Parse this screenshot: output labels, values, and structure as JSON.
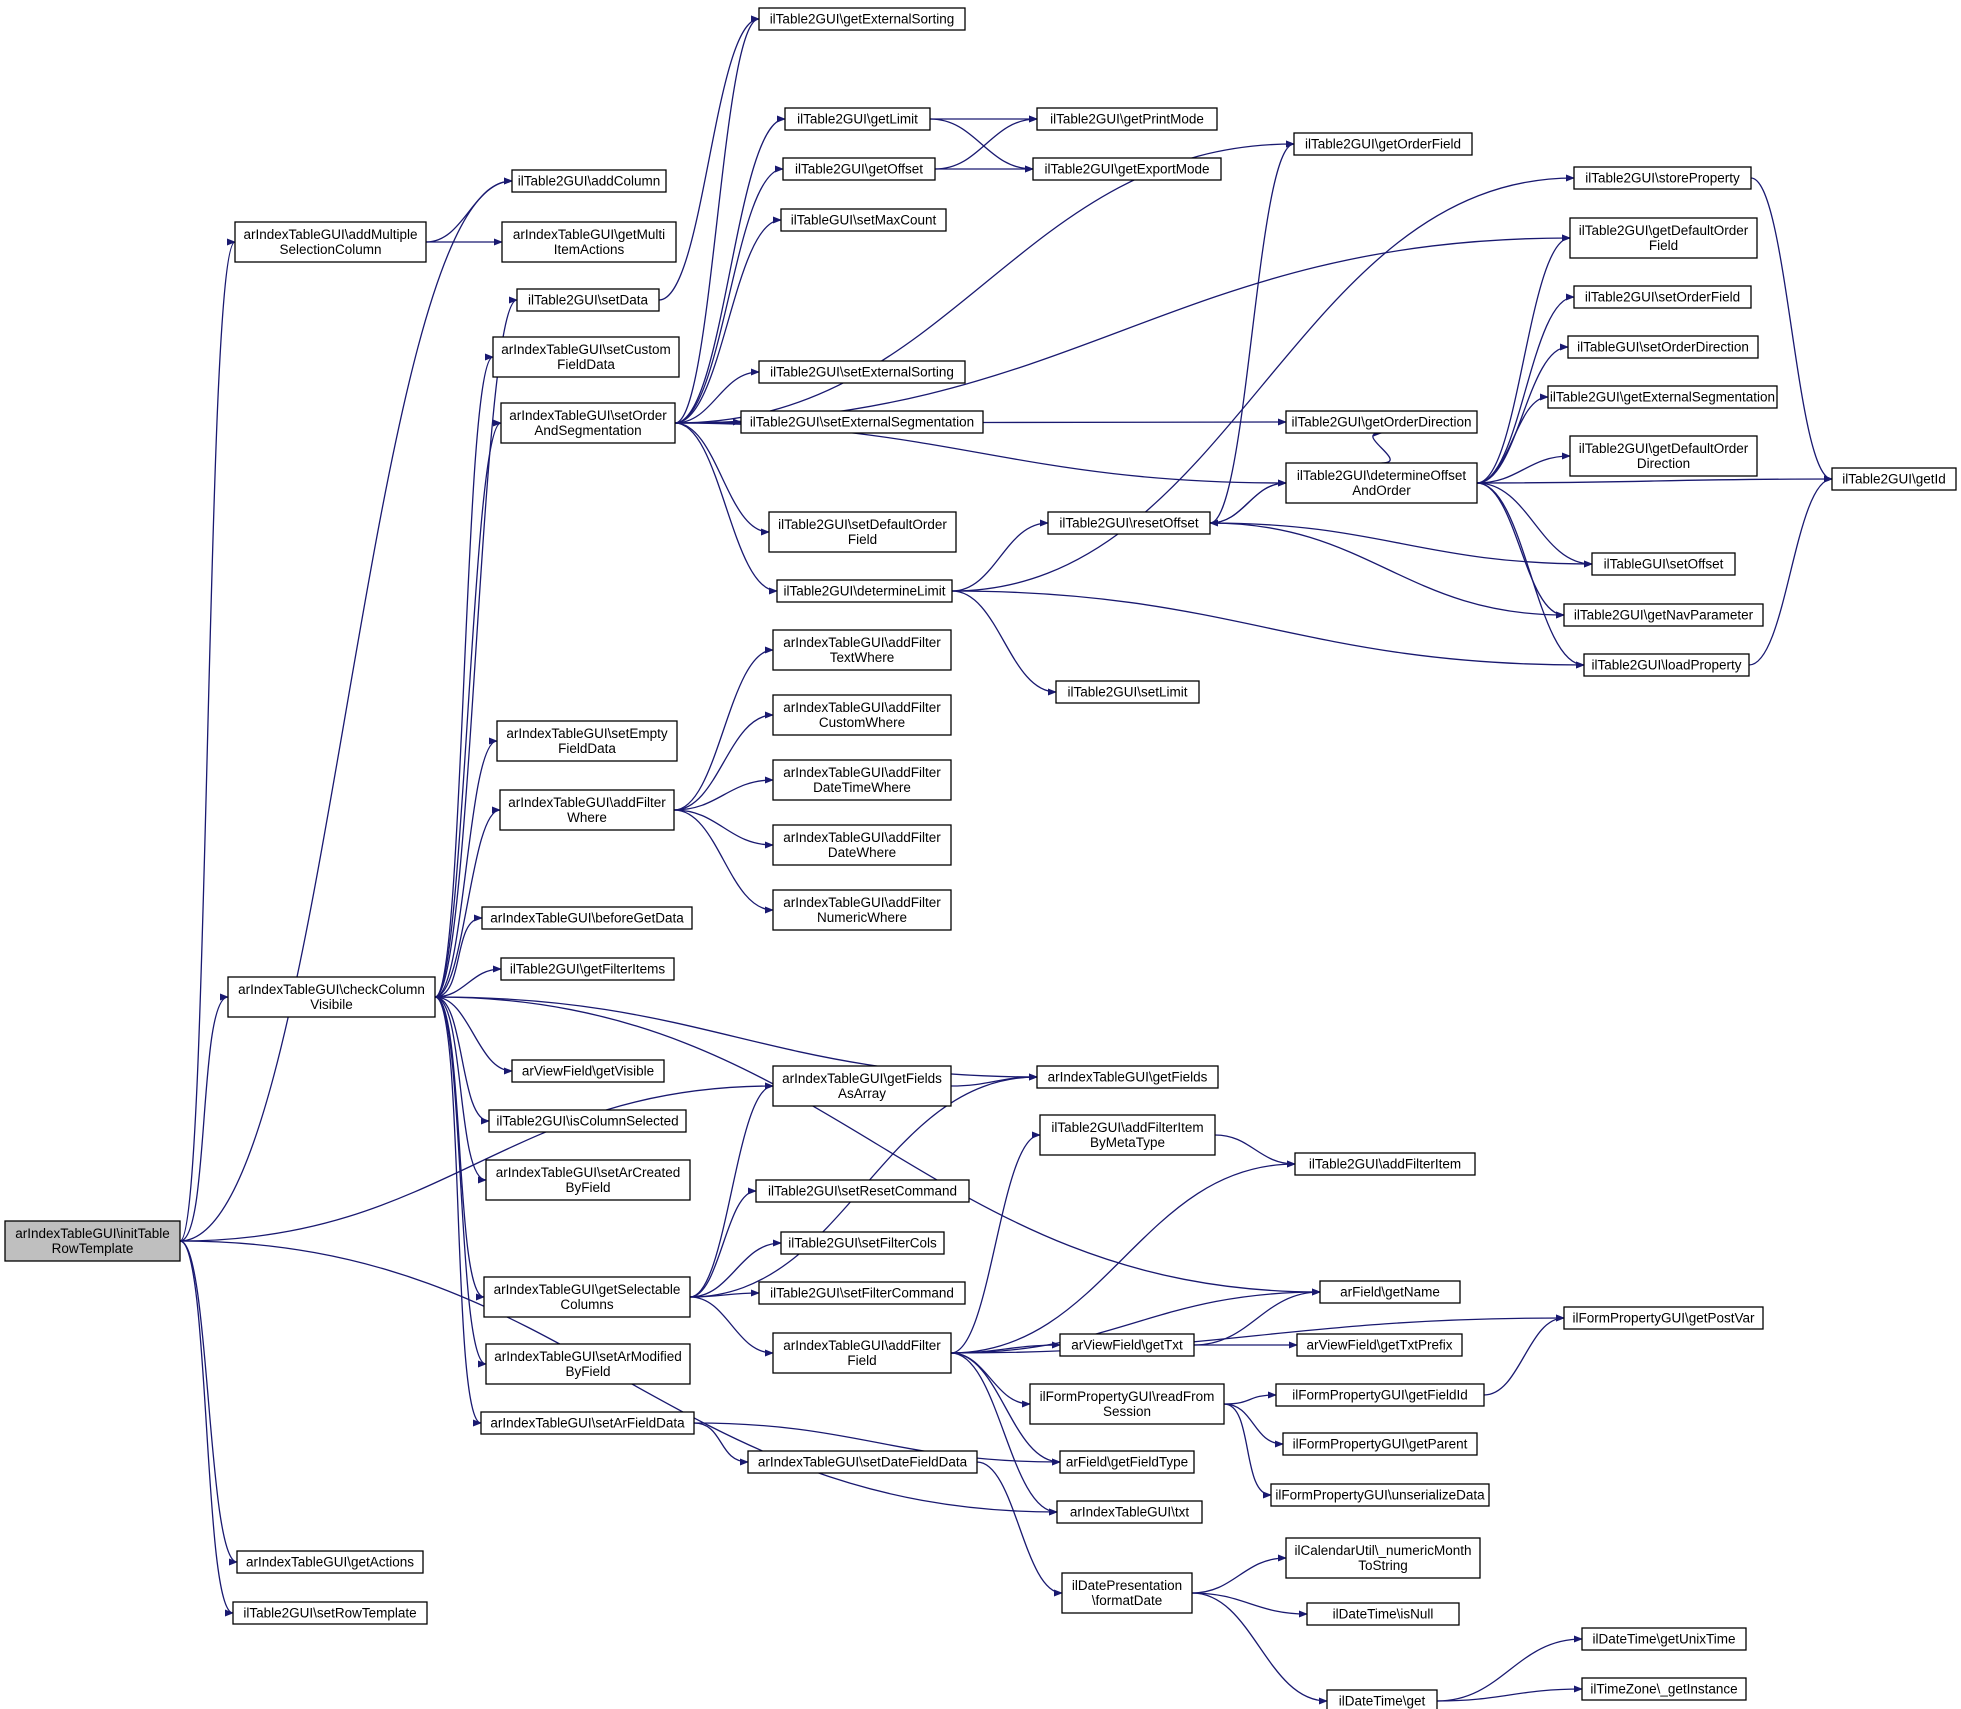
{
  "nodes": [
    {
      "id": "initTableRowTemplate",
      "lines": [
        "arIndexTableGUI\\initTable",
        "RowTemplate"
      ],
      "root": true
    },
    {
      "id": "addMultipleSelectionColumn",
      "lines": [
        "arIndexTableGUI\\addMultiple",
        "SelectionColumn"
      ]
    },
    {
      "id": "addColumn",
      "lines": [
        "ilTable2GUI\\addColumn"
      ]
    },
    {
      "id": "getMultiItemActions",
      "lines": [
        "arIndexTableGUI\\getMulti",
        "ItemActions"
      ]
    },
    {
      "id": "checkColumnVisibile",
      "lines": [
        "arIndexTableGUI\\checkColumn",
        "Visibile"
      ]
    },
    {
      "id": "getActions",
      "lines": [
        "arIndexTableGUI\\getActions"
      ]
    },
    {
      "id": "setRowTemplate",
      "lines": [
        "ilTable2GUI\\setRowTemplate"
      ]
    },
    {
      "id": "txt",
      "lines": [
        "arIndexTableGUI\\txt"
      ]
    },
    {
      "id": "getFieldsAsArray",
      "lines": [
        "arIndexTableGUI\\getFields",
        "AsArray"
      ]
    },
    {
      "id": "getFields",
      "lines": [
        "arIndexTableGUI\\getFields"
      ]
    },
    {
      "id": "setData",
      "lines": [
        "ilTable2GUI\\setData"
      ]
    },
    {
      "id": "setCustomFieldData",
      "lines": [
        "arIndexTableGUI\\setCustom",
        "FieldData"
      ]
    },
    {
      "id": "setOrderAndSegmentation",
      "lines": [
        "arIndexTableGUI\\setOrder",
        "AndSegmentation"
      ]
    },
    {
      "id": "setEmptyFieldData",
      "lines": [
        "arIndexTableGUI\\setEmpty",
        "FieldData"
      ]
    },
    {
      "id": "addFilterWhere",
      "lines": [
        "arIndexTableGUI\\addFilter",
        "Where"
      ]
    },
    {
      "id": "beforeGetData",
      "lines": [
        "arIndexTableGUI\\beforeGetData"
      ]
    },
    {
      "id": "getFilterItems",
      "lines": [
        "ilTable2GUI\\getFilterItems"
      ]
    },
    {
      "id": "getVisible",
      "lines": [
        "arViewField\\getVisible"
      ]
    },
    {
      "id": "isColumnSelected",
      "lines": [
        "ilTable2GUI\\isColumnSelected"
      ]
    },
    {
      "id": "setArCreatedByField",
      "lines": [
        "arIndexTableGUI\\setArCreated",
        "ByField"
      ]
    },
    {
      "id": "getSelectableColumns",
      "lines": [
        "arIndexTableGUI\\getSelectable",
        "Columns"
      ]
    },
    {
      "id": "setArModifiedByField",
      "lines": [
        "arIndexTableGUI\\setArModified",
        "ByField"
      ]
    },
    {
      "id": "setArFieldData",
      "lines": [
        "arIndexTableGUI\\setArFieldData"
      ]
    },
    {
      "id": "getName",
      "lines": [
        "arField\\getName"
      ]
    },
    {
      "id": "getExternalSorting",
      "lines": [
        "ilTable2GUI\\getExternalSorting"
      ]
    },
    {
      "id": "getOrderField",
      "lines": [
        "ilTable2GUI\\getOrderField"
      ]
    },
    {
      "id": "getLimit",
      "lines": [
        "ilTable2GUI\\getLimit"
      ]
    },
    {
      "id": "getOffset",
      "lines": [
        "ilTable2GUI\\getOffset"
      ]
    },
    {
      "id": "setMaxCount",
      "lines": [
        "ilTableGUI\\setMaxCount"
      ]
    },
    {
      "id": "getDefaultOrderField",
      "lines": [
        "ilTable2GUI\\getDefaultOrder",
        "Field"
      ]
    },
    {
      "id": "getOrderDirection",
      "lines": [
        "ilTable2GUI\\getOrderDirection"
      ]
    },
    {
      "id": "setExternalSorting",
      "lines": [
        "ilTable2GUI\\setExternalSorting"
      ]
    },
    {
      "id": "setExternalSegmentation",
      "lines": [
        "ilTable2GUI\\setExternalSegmentation"
      ]
    },
    {
      "id": "determineOffsetAndOrder",
      "lines": [
        "ilTable2GUI\\determineOffset",
        "AndOrder"
      ]
    },
    {
      "id": "setDefaultOrderField",
      "lines": [
        "ilTable2GUI\\setDefaultOrder",
        "Field"
      ]
    },
    {
      "id": "determineLimit",
      "lines": [
        "ilTable2GUI\\determineLimit"
      ]
    },
    {
      "id": "getPrintMode",
      "lines": [
        "ilTable2GUI\\getPrintMode"
      ]
    },
    {
      "id": "getExportMode",
      "lines": [
        "ilTable2GUI\\getExportMode"
      ]
    },
    {
      "id": "storeProperty",
      "lines": [
        "ilTable2GUI\\storeProperty"
      ]
    },
    {
      "id": "setOrderField",
      "lines": [
        "ilTable2GUI\\setOrderField"
      ]
    },
    {
      "id": "setOrderDirection",
      "lines": [
        "ilTableGUI\\setOrderDirection"
      ]
    },
    {
      "id": "getExternalSegmentation",
      "lines": [
        "ilTable2GUI\\getExternalSegmentation"
      ]
    },
    {
      "id": "getDefaultOrderDirection",
      "lines": [
        "ilTable2GUI\\getDefaultOrder",
        "Direction"
      ]
    },
    {
      "id": "getId",
      "lines": [
        "ilTable2GUI\\getId"
      ]
    },
    {
      "id": "resetOffset",
      "lines": [
        "ilTable2GUI\\resetOffset"
      ]
    },
    {
      "id": "setOffset",
      "lines": [
        "ilTableGUI\\setOffset"
      ]
    },
    {
      "id": "getNavParameter",
      "lines": [
        "ilTable2GUI\\getNavParameter"
      ]
    },
    {
      "id": "loadProperty",
      "lines": [
        "ilTable2GUI\\loadProperty"
      ]
    },
    {
      "id": "setLimit",
      "lines": [
        "ilTable2GUI\\setLimit"
      ]
    },
    {
      "id": "addFilterTextWhere",
      "lines": [
        "arIndexTableGUI\\addFilter",
        "TextWhere"
      ]
    },
    {
      "id": "addFilterCustomWhere",
      "lines": [
        "arIndexTableGUI\\addFilter",
        "CustomWhere"
      ]
    },
    {
      "id": "addFilterDateTimeWhere",
      "lines": [
        "arIndexTableGUI\\addFilter",
        "DateTimeWhere"
      ]
    },
    {
      "id": "addFilterDateWhere",
      "lines": [
        "arIndexTableGUI\\addFilter",
        "DateWhere"
      ]
    },
    {
      "id": "addFilterNumericWhere",
      "lines": [
        "arIndexTableGUI\\addFilter",
        "NumericWhere"
      ]
    },
    {
      "id": "setResetCommand",
      "lines": [
        "ilTable2GUI\\setResetCommand"
      ]
    },
    {
      "id": "setFilterCols",
      "lines": [
        "ilTable2GUI\\setFilterCols"
      ]
    },
    {
      "id": "setFilterCommand",
      "lines": [
        "ilTable2GUI\\setFilterCommand"
      ]
    },
    {
      "id": "addFilterField",
      "lines": [
        "arIndexTableGUI\\addFilter",
        "Field"
      ]
    },
    {
      "id": "setDateFieldData",
      "lines": [
        "arIndexTableGUI\\setDateFieldData"
      ]
    },
    {
      "id": "addFilterItemByMetaType",
      "lines": [
        "ilTable2GUI\\addFilterItem",
        "ByMetaType"
      ]
    },
    {
      "id": "addFilterItem",
      "lines": [
        "ilTable2GUI\\addFilterItem"
      ]
    },
    {
      "id": "getTxt",
      "lines": [
        "arViewField\\getTxt"
      ]
    },
    {
      "id": "getTxtPrefix",
      "lines": [
        "arViewField\\getTxtPrefix"
      ]
    },
    {
      "id": "readFromSession",
      "lines": [
        "ilFormPropertyGUI\\readFrom",
        "Session"
      ]
    },
    {
      "id": "getFieldId",
      "lines": [
        "ilFormPropertyGUI\\getFieldId"
      ]
    },
    {
      "id": "getPostVar",
      "lines": [
        "ilFormPropertyGUI\\getPostVar"
      ]
    },
    {
      "id": "getFieldType",
      "lines": [
        "arField\\getFieldType"
      ]
    },
    {
      "id": "getParent",
      "lines": [
        "ilFormPropertyGUI\\getParent"
      ]
    },
    {
      "id": "unserializeData",
      "lines": [
        "ilFormPropertyGUI\\unserializeData"
      ]
    },
    {
      "id": "formatDate",
      "lines": [
        "ilDatePresentation",
        "\\formatDate"
      ]
    },
    {
      "id": "numericMonthToString",
      "lines": [
        "ilCalendarUtil\\_numericMonth",
        "ToString"
      ]
    },
    {
      "id": "isNull",
      "lines": [
        "ilDateTime\\isNull"
      ]
    },
    {
      "id": "dateTimeGet",
      "lines": [
        "ilDateTime\\get"
      ]
    },
    {
      "id": "getUnixTime",
      "lines": [
        "ilDateTime\\getUnixTime"
      ]
    },
    {
      "id": "getInstance",
      "lines": [
        "ilTimeZone\\_getInstance"
      ]
    }
  ],
  "edges": [
    [
      "initTableRowTemplate",
      "addMultipleSelectionColumn"
    ],
    [
      "initTableRowTemplate",
      "addColumn"
    ],
    [
      "initTableRowTemplate",
      "checkColumnVisibile"
    ],
    [
      "initTableRowTemplate",
      "getFieldsAsArray"
    ],
    [
      "initTableRowTemplate",
      "getActions"
    ],
    [
      "initTableRowTemplate",
      "setRowTemplate"
    ],
    [
      "initTableRowTemplate",
      "txt"
    ],
    [
      "addMultipleSelectionColumn",
      "addColumn"
    ],
    [
      "addMultipleSelectionColumn",
      "getMultiItemActions"
    ],
    [
      "checkColumnVisibile",
      "setData"
    ],
    [
      "checkColumnVisibile",
      "setCustomFieldData"
    ],
    [
      "checkColumnVisibile",
      "setOrderAndSegmentation"
    ],
    [
      "checkColumnVisibile",
      "setEmptyFieldData"
    ],
    [
      "checkColumnVisibile",
      "addFilterWhere"
    ],
    [
      "checkColumnVisibile",
      "getFields"
    ],
    [
      "checkColumnVisibile",
      "beforeGetData"
    ],
    [
      "checkColumnVisibile",
      "getFilterItems"
    ],
    [
      "checkColumnVisibile",
      "getName"
    ],
    [
      "checkColumnVisibile",
      "getVisible"
    ],
    [
      "checkColumnVisibile",
      "isColumnSelected"
    ],
    [
      "checkColumnVisibile",
      "setArCreatedByField"
    ],
    [
      "checkColumnVisibile",
      "getSelectableColumns"
    ],
    [
      "checkColumnVisibile",
      "setArModifiedByField"
    ],
    [
      "checkColumnVisibile",
      "setArFieldData"
    ],
    [
      "setData",
      "getExternalSorting"
    ],
    [
      "setOrderAndSegmentation",
      "getExternalSorting"
    ],
    [
      "setOrderAndSegmentation",
      "getOrderField"
    ],
    [
      "setOrderAndSegmentation",
      "getLimit"
    ],
    [
      "setOrderAndSegmentation",
      "getOffset"
    ],
    [
      "setOrderAndSegmentation",
      "setMaxCount"
    ],
    [
      "setOrderAndSegmentation",
      "getDefaultOrderField"
    ],
    [
      "setOrderAndSegmentation",
      "getOrderDirection"
    ],
    [
      "setOrderAndSegmentation",
      "setExternalSorting"
    ],
    [
      "setOrderAndSegmentation",
      "setExternalSegmentation"
    ],
    [
      "setOrderAndSegmentation",
      "determineOffsetAndOrder"
    ],
    [
      "setOrderAndSegmentation",
      "setDefaultOrderField"
    ],
    [
      "setOrderAndSegmentation",
      "determineLimit"
    ],
    [
      "getLimit",
      "getPrintMode"
    ],
    [
      "getLimit",
      "getExportMode"
    ],
    [
      "getOffset",
      "getPrintMode"
    ],
    [
      "getOffset",
      "getExportMode"
    ],
    [
      "determineOffsetAndOrder",
      "getDefaultOrderField"
    ],
    [
      "determineOffsetAndOrder",
      "setOrderField"
    ],
    [
      "determineOffsetAndOrder",
      "setOrderDirection"
    ],
    [
      "determineOffsetAndOrder",
      "getExternalSegmentation"
    ],
    [
      "determineOffsetAndOrder",
      "getDefaultOrderDirection"
    ],
    [
      "determineOffsetAndOrder",
      "getId"
    ],
    [
      "determineOffsetAndOrder",
      "getOrderDirection"
    ],
    [
      "determineOffsetAndOrder",
      "resetOffset"
    ],
    [
      "determineOffsetAndOrder",
      "setOffset"
    ],
    [
      "determineOffsetAndOrder",
      "getNavParameter"
    ],
    [
      "determineOffsetAndOrder",
      "loadProperty"
    ],
    [
      "resetOffset",
      "getOrderField"
    ],
    [
      "resetOffset",
      "determineOffsetAndOrder"
    ],
    [
      "resetOffset",
      "setOffset"
    ],
    [
      "resetOffset",
      "getNavParameter"
    ],
    [
      "determineLimit",
      "resetOffset"
    ],
    [
      "determineLimit",
      "storeProperty"
    ],
    [
      "determineLimit",
      "loadProperty"
    ],
    [
      "determineLimit",
      "setLimit"
    ],
    [
      "storeProperty",
      "getId"
    ],
    [
      "loadProperty",
      "getId"
    ],
    [
      "addFilterWhere",
      "addFilterTextWhere"
    ],
    [
      "addFilterWhere",
      "addFilterCustomWhere"
    ],
    [
      "addFilterWhere",
      "addFilterDateTimeWhere"
    ],
    [
      "addFilterWhere",
      "addFilterDateWhere"
    ],
    [
      "addFilterWhere",
      "addFilterNumericWhere"
    ],
    [
      "getFieldsAsArray",
      "getFields"
    ],
    [
      "getSelectableColumns",
      "getFieldsAsArray"
    ],
    [
      "getSelectableColumns",
      "getFields"
    ],
    [
      "getSelectableColumns",
      "setResetCommand"
    ],
    [
      "getSelectableColumns",
      "setFilterCols"
    ],
    [
      "getSelectableColumns",
      "setFilterCommand"
    ],
    [
      "getSelectableColumns",
      "addFilterField"
    ],
    [
      "setArFieldData",
      "setDateFieldData"
    ],
    [
      "setArFieldData",
      "getFieldType"
    ],
    [
      "setDateFieldData",
      "formatDate"
    ],
    [
      "addFilterField",
      "addFilterItemByMetaType"
    ],
    [
      "addFilterField",
      "addFilterItem"
    ],
    [
      "addFilterField",
      "getName"
    ],
    [
      "addFilterField",
      "getPostVar"
    ],
    [
      "addFilterField",
      "getTxt"
    ],
    [
      "addFilterField",
      "readFromSession"
    ],
    [
      "addFilterField",
      "getFieldType"
    ],
    [
      "addFilterField",
      "txt"
    ],
    [
      "addFilterItemByMetaType",
      "addFilterItem"
    ],
    [
      "getTxt",
      "getName"
    ],
    [
      "getTxt",
      "getTxtPrefix"
    ],
    [
      "readFromSession",
      "getFieldId"
    ],
    [
      "readFromSession",
      "getParent"
    ],
    [
      "readFromSession",
      "unserializeData"
    ],
    [
      "getFieldId",
      "getPostVar"
    ],
    [
      "formatDate",
      "numericMonthToString"
    ],
    [
      "formatDate",
      "isNull"
    ],
    [
      "formatDate",
      "dateTimeGet"
    ],
    [
      "dateTimeGet",
      "getUnixTime"
    ],
    [
      "dateTimeGet",
      "getInstance"
    ]
  ]
}
